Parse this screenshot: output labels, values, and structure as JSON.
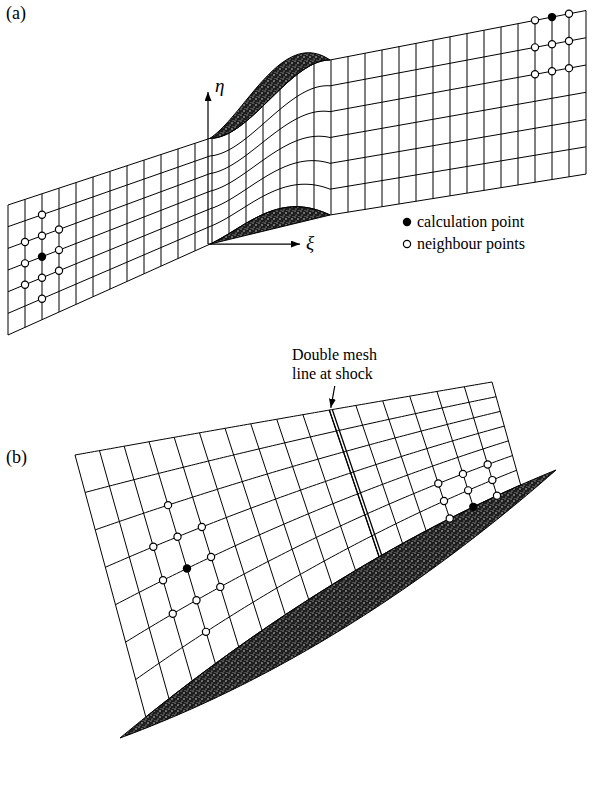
{
  "diagram": {
    "labels": [
      "(a)",
      "η",
      "ξ",
      "(b)",
      "Double mesh line at shock"
    ],
    "legend": [
      {
        "text": "calculation point"
      },
      {
        "text": "neighbour points"
      }
    ]
  }
}
